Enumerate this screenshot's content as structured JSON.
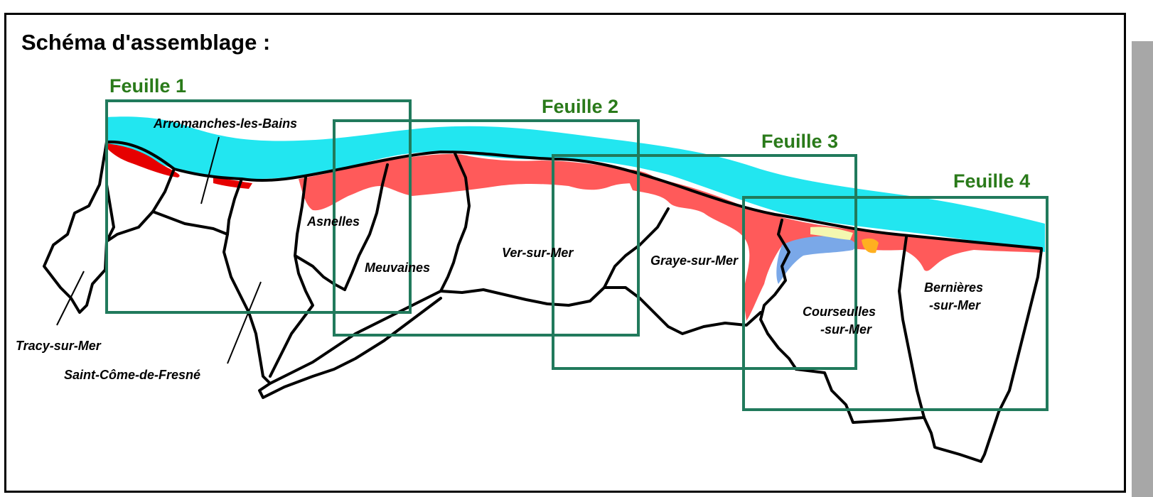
{
  "title": "Schéma d'assemblage :",
  "colors": {
    "sea": "#22e6f0",
    "hazard": "#ff5a5a",
    "hazard_dark": "#e60000",
    "water_blue": "#7aa8e8",
    "orange": "#ffb020",
    "pale_yellow": "#f4f7b0",
    "sheet_frame": "#217a5c",
    "sheet_label": "#2a7a1a",
    "boundary": "#000000"
  },
  "sheets": [
    {
      "label": "Feuille 1"
    },
    {
      "label": "Feuille 2"
    },
    {
      "label": "Feuille 3"
    },
    {
      "label": "Feuille 4"
    }
  ],
  "communes": [
    {
      "name": "Arromanches-les-Bains"
    },
    {
      "name": "Asnelles"
    },
    {
      "name": "Meuvaines"
    },
    {
      "name": "Ver-sur-Mer"
    },
    {
      "name": "Graye-sur-Mer"
    },
    {
      "name": "Courseulles",
      "name2": "-sur-Mer"
    },
    {
      "name": "Bernières",
      "name2": "-sur-Mer"
    },
    {
      "name": "Tracy-sur-Mer"
    },
    {
      "name": "Saint-Côme-de-Fresné"
    }
  ]
}
